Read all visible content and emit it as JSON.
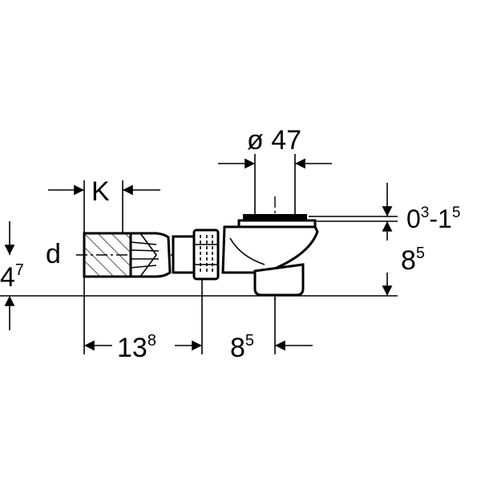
{
  "drawing": {
    "diameter": {
      "label": "ø 47"
    },
    "k": {
      "label": "K"
    },
    "d": {
      "label": "d"
    },
    "height_left": {
      "base": "4",
      "sup": "7"
    },
    "length": {
      "base": "13",
      "sup": "8"
    },
    "offset": {
      "base": "8",
      "sup": "5"
    },
    "height_right": {
      "base": "8",
      "sup": "5"
    },
    "adjust": {
      "base1": "0",
      "sup1": "3",
      "mid": "-1",
      "sup2": "5"
    },
    "colors": {
      "line": "#000000",
      "background": "#ffffff"
    }
  }
}
